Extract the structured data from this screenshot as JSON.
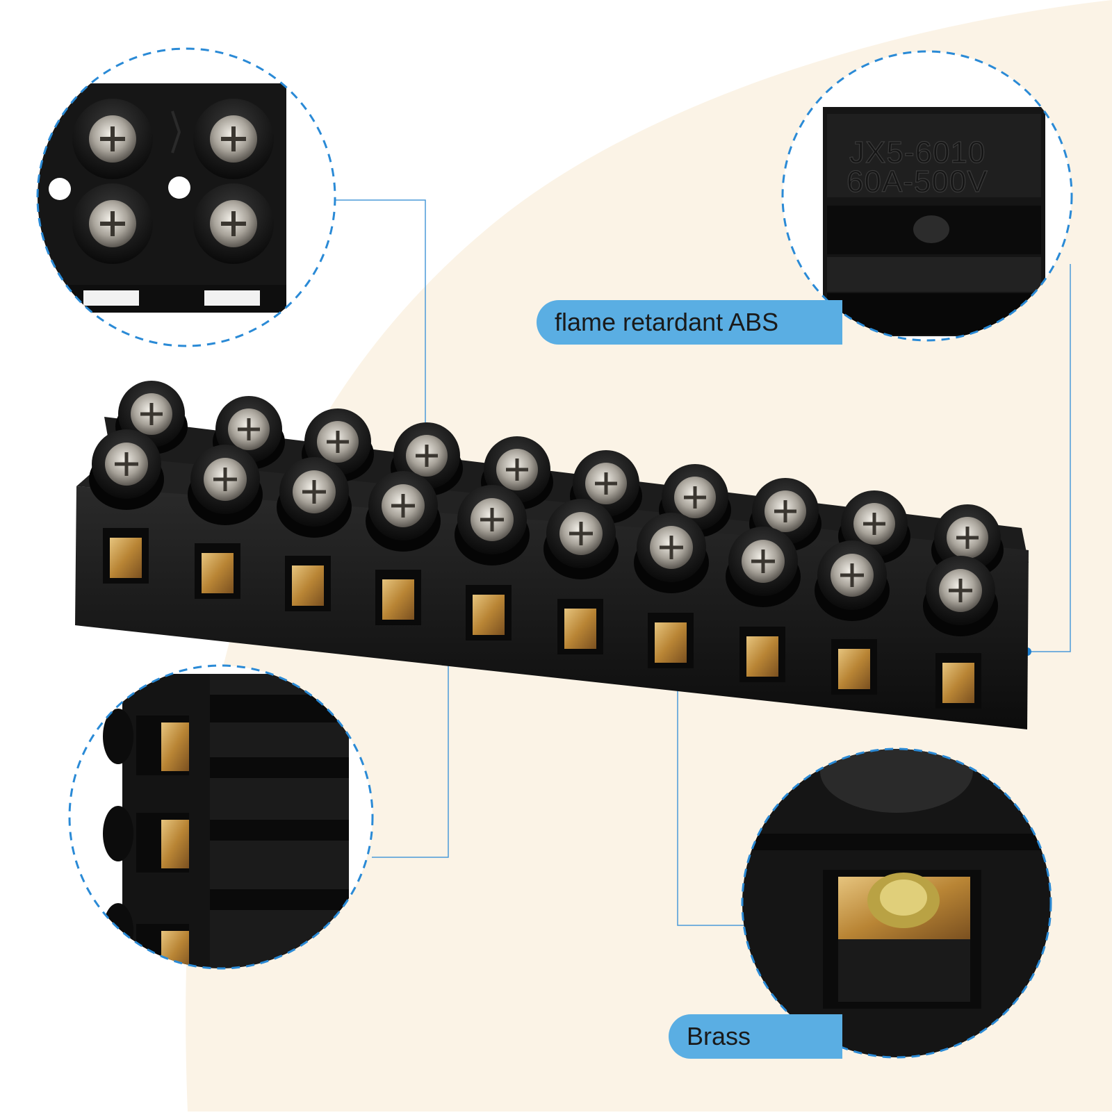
{
  "callouts": {
    "material_label": "flame retardant ABS",
    "terminal_label": "Brass"
  },
  "molded_marking": {
    "model": "JX5-6010",
    "rating": "60A-500V"
  },
  "colors": {
    "callout_blue": "#5aaee3",
    "dashed_ring": "#2a8ad6",
    "background_cream": "#fbf3e6",
    "body_black": "#121212",
    "brass": "#c99a4a"
  },
  "product": {
    "type": "dual-row screw terminal block",
    "positions": 10
  }
}
